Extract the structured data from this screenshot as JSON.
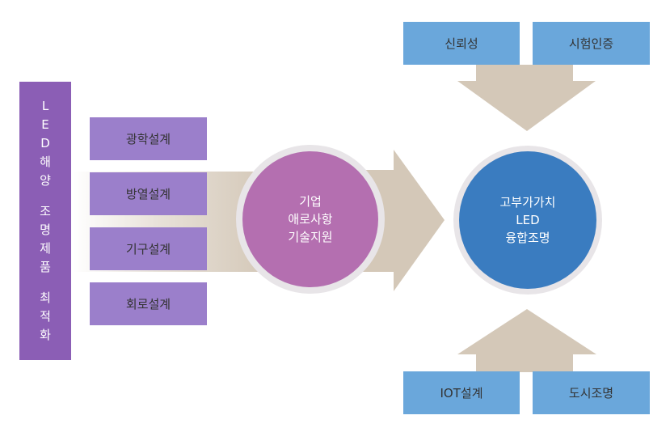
{
  "vertical_label": [
    "L",
    "E",
    "D",
    "해",
    "양",
    "",
    "조",
    "명",
    "제",
    "품",
    "",
    "최",
    "적",
    "화"
  ],
  "design_items": [
    "광학설계",
    "방열설계",
    "기구설계",
    "회로설계"
  ],
  "center_circle": [
    "기업",
    "애로사항",
    "기술지원"
  ],
  "result_circle": [
    "고부가가치",
    "LED",
    "융합조명"
  ],
  "top_boxes": [
    "신뢰성",
    "시험인증"
  ],
  "bottom_boxes": [
    "IOT설계",
    "도시조명"
  ],
  "colors": {
    "purple_bar": "#8b5eb5",
    "light_purple": "#9b7fcb",
    "magenta_circle": "#b46fb0",
    "blue_circle": "#3a7cc0",
    "blue_box": "#6aa7db",
    "arrow": "#d4c8b8"
  }
}
